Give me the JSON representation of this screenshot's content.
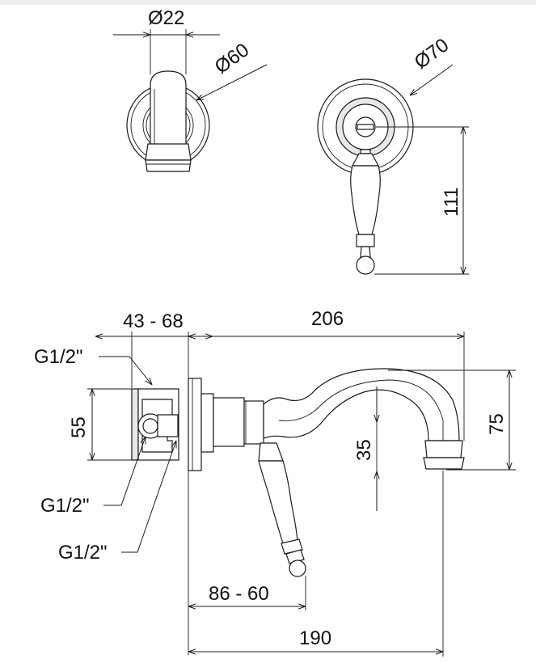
{
  "labels": {
    "d22": "Ø22",
    "d60": "Ø60",
    "d70": "Ø70",
    "h111": "111",
    "l43_68": "43 - 68",
    "l206": "206",
    "g12_top": "G1/2\"",
    "h55": "55",
    "h35": "35",
    "h75": "75",
    "g12_mid": "G1/2\"",
    "g12_bot": "G1/2\"",
    "l86_60": "86 - 60",
    "l190": "190"
  }
}
